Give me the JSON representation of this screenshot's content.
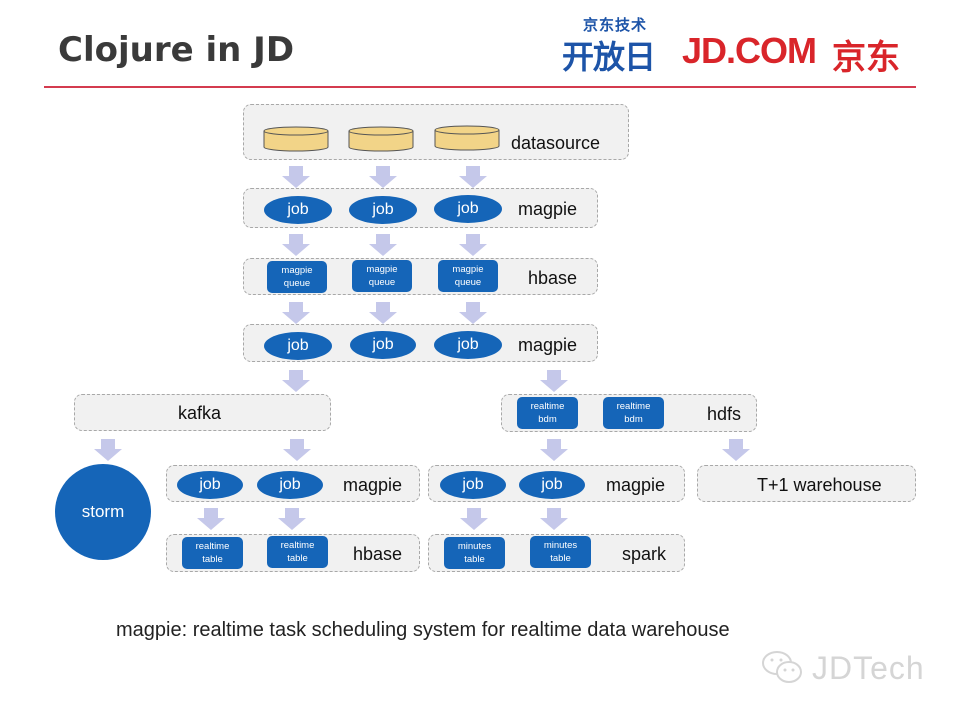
{
  "header": {
    "title": "Clojure in JD",
    "logo_small": "京东技术",
    "logo_open": "开放日",
    "logo_jd": "JD.COM",
    "logo_jd_cn": "京东"
  },
  "colors": {
    "accent_rule": "#d43b4f",
    "node_blue": "#1565b8",
    "panel_bg": "#f1f1f1",
    "arrow": "#c5c8ea",
    "datasource": "#f2d488",
    "brand_red": "#d9252a",
    "brand_blue": "#1d54a8"
  },
  "diagram": {
    "datasource": {
      "label": "datasource",
      "icon": "database-icon",
      "count": 3
    },
    "magpie_row1": {
      "label": "magpie",
      "jobs": [
        "job",
        "job",
        "job"
      ]
    },
    "hbase_row": {
      "label": "hbase",
      "items": [
        "magpie\nqueue",
        "magpie\nqueue",
        "magpie\nqueue"
      ]
    },
    "magpie_row2": {
      "label": "magpie",
      "jobs": [
        "job",
        "job",
        "job"
      ]
    },
    "kafka": {
      "label": "kafka"
    },
    "hdfs": {
      "label": "hdfs",
      "items": [
        "realtime\nbdm",
        "realtime\nbdm"
      ]
    },
    "storm": {
      "label": "storm"
    },
    "magpie_left": {
      "label": "magpie",
      "jobs": [
        "job",
        "job"
      ]
    },
    "magpie_right": {
      "label": "magpie",
      "jobs": [
        "job",
        "job"
      ]
    },
    "warehouse": {
      "label": "T+1 warehouse"
    },
    "hbase_left": {
      "label": "hbase",
      "items": [
        "realtime\ntable",
        "realtime\ntable"
      ]
    },
    "spark": {
      "label": "spark",
      "items": [
        "minutes\ntable",
        "minutes\ntable"
      ]
    }
  },
  "caption": "magpie: realtime task scheduling system for realtime data warehouse",
  "watermark": {
    "icon": "wechat-icon",
    "text": "JDTech"
  }
}
